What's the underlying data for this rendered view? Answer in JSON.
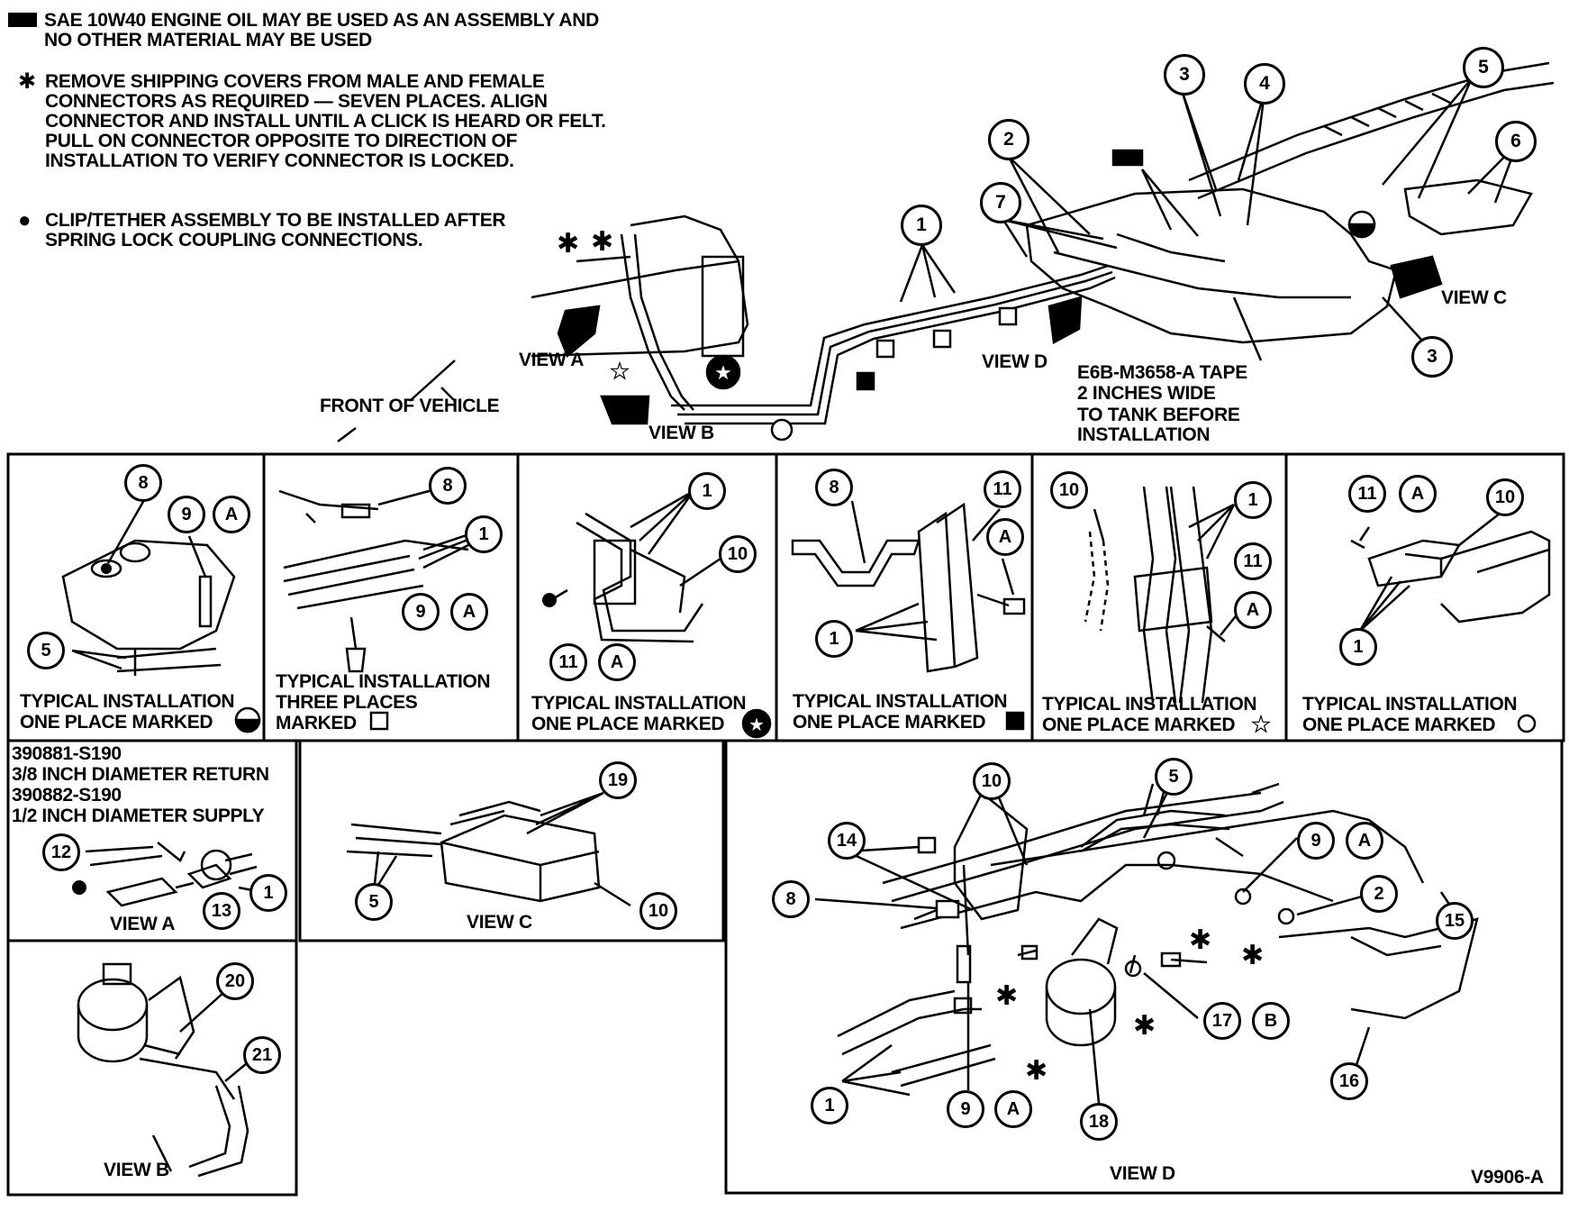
{
  "notes": {
    "oil_text": "SAE 10W40 ENGINE OIL MAY BE USED AS AN ASSEMBLY AND NO OTHER MATERIAL MAY BE USED",
    "star_symbol": "✱",
    "star_text": "REMOVE SHIPPING COVERS FROM MALE AND FEMALE CONNECTORS AS REQUIRED — SEVEN PLACES. ALIGN CONNECTOR AND INSTALL UNTIL A CLICK IS HEARD OR FELT. PULL ON CONNECTOR OPPOSITE TO DIRECTION OF INSTALLATION TO VERIFY CONNECTOR IS LOCKED.",
    "dot_symbol": "●",
    "dot_text": "CLIP/TETHER ASSEMBLY TO BE INSTALLED AFTER SPRING LOCK COUPLING CONNECTIONS."
  },
  "main": {
    "front_of_vehicle": "FRONT OF VEHICLE",
    "view_a": "VIEW A",
    "view_b": "VIEW B",
    "view_c": "VIEW C",
    "view_d": "VIEW D",
    "tape_line1": "E6B-M3658-A TAPE",
    "tape_line2": "2 INCHES WIDE",
    "tape_line3": "TO TANK BEFORE",
    "tape_line4": "INSTALLATION",
    "callouts": [
      "1",
      "2",
      "3",
      "3",
      "4",
      "5",
      "6",
      "7"
    ]
  },
  "panels": [
    {
      "line1": "TYPICAL INSTALLATION",
      "line2": "ONE PLACE MARKED",
      "callouts": [
        "8",
        "9",
        "A",
        "5"
      ]
    },
    {
      "line1": "TYPICAL INSTALLATION",
      "line2": "THREE PLACES",
      "line3": "MARKED",
      "callouts": [
        "8",
        "1",
        "9",
        "A"
      ]
    },
    {
      "line1": "TYPICAL INSTALLATION",
      "line2": "ONE PLACE MARKED",
      "callouts": [
        "1",
        "10",
        "11",
        "A"
      ]
    },
    {
      "line1": "TYPICAL INSTALLATION",
      "line2": "ONE PLACE MARKED",
      "callouts": [
        "8",
        "11",
        "A",
        "1"
      ]
    },
    {
      "line1": "TYPICAL INSTALLATION",
      "line2": "ONE PLACE MARKED",
      "callouts": [
        "10",
        "1",
        "11",
        "A"
      ]
    },
    {
      "line1": "TYPICAL INSTALLATION",
      "line2": "ONE PLACE MARKED",
      "callouts": [
        "11",
        "A",
        "10",
        "1"
      ]
    }
  ],
  "view_a": {
    "part1": "390881-S190",
    "part1_desc": "3/8 INCH DIAMETER RETURN",
    "part2": "390882-S190",
    "part2_desc": "1/2 INCH DIAMETER SUPPLY",
    "caption": "VIEW A",
    "callouts": [
      "12",
      "13",
      "1"
    ]
  },
  "view_c": {
    "caption": "VIEW C",
    "callouts": [
      "19",
      "5",
      "10"
    ]
  },
  "view_b": {
    "caption": "VIEW B",
    "callouts": [
      "20",
      "21"
    ]
  },
  "view_d": {
    "caption": "VIEW D",
    "figure_id": "V9906-A",
    "callouts": [
      "10",
      "5",
      "14",
      "9",
      "A",
      "2",
      "15",
      "8",
      "17",
      "B",
      "16",
      "1",
      "9",
      "A",
      "18"
    ]
  }
}
